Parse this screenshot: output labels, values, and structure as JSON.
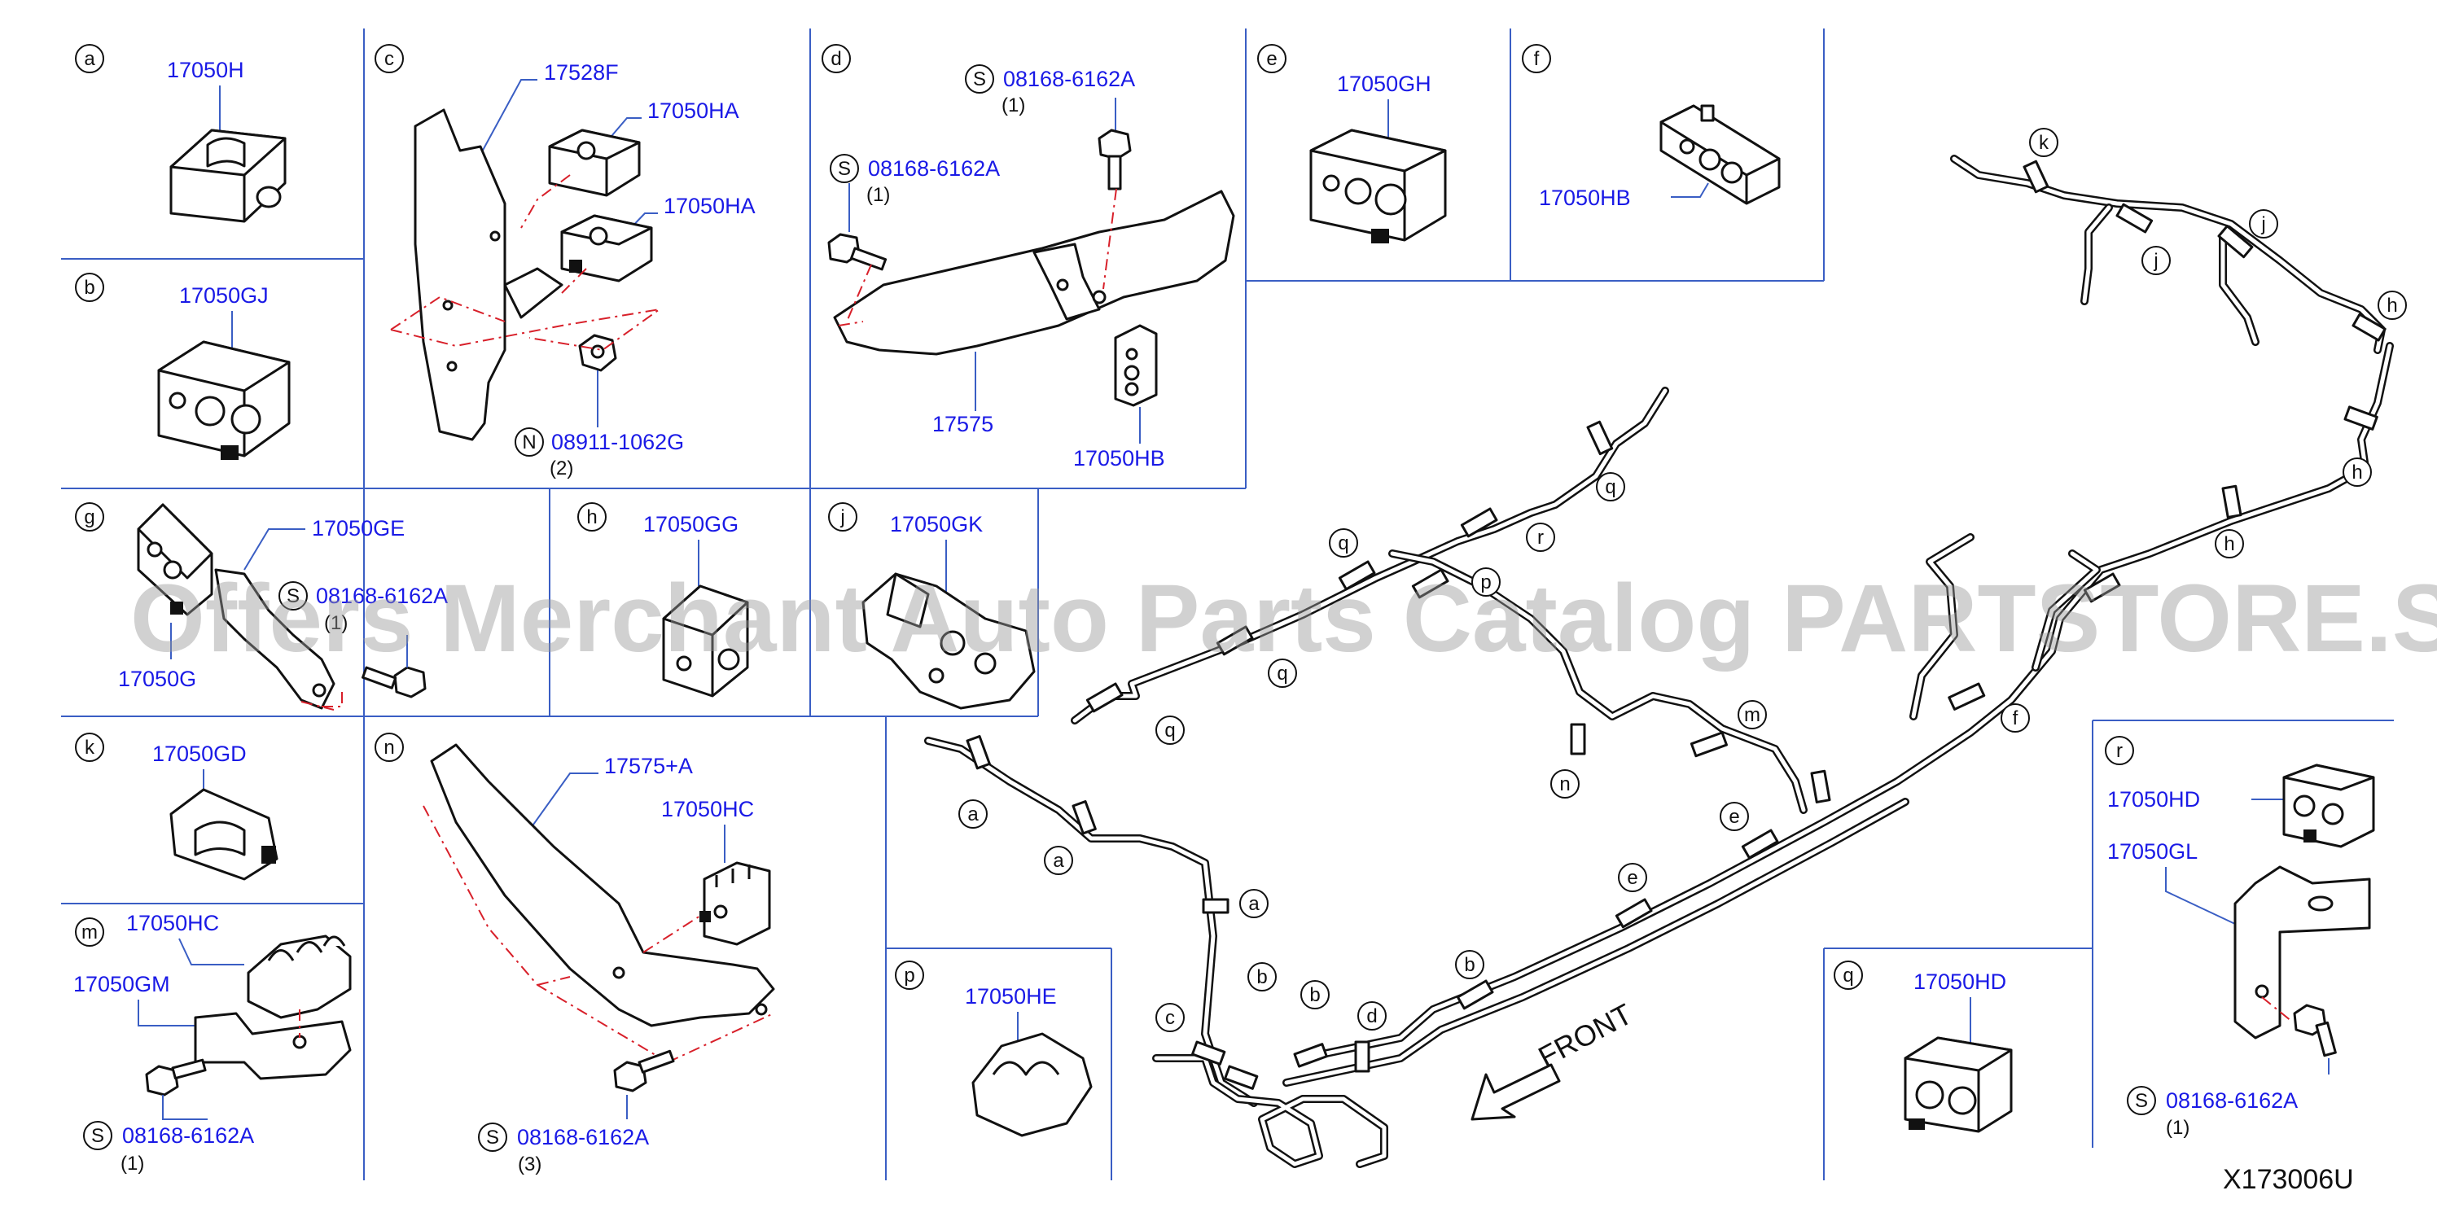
{
  "panels": {
    "a": {
      "letter": "a",
      "parts": [
        "17050H"
      ]
    },
    "b": {
      "letter": "b",
      "parts": [
        "17050GJ"
      ]
    },
    "c": {
      "letter": "c",
      "parts": [
        "17528F",
        "17050HA",
        "17050HA"
      ],
      "fastener": {
        "prefix": "N",
        "part": "08911-1062G",
        "qty": "(2)"
      }
    },
    "d": {
      "letter": "d",
      "parts": [
        "17575",
        "17050HB"
      ],
      "fasteners": [
        {
          "prefix": "S",
          "part": "08168-6162A",
          "qty": "(1)"
        },
        {
          "prefix": "S",
          "part": "08168-6162A",
          "qty": "(1)"
        }
      ]
    },
    "e": {
      "letter": "e",
      "parts": [
        "17050GH"
      ]
    },
    "f": {
      "letter": "f",
      "parts": [
        "17050HB"
      ]
    },
    "g": {
      "letter": "g",
      "parts": [
        "17050GE",
        "17050G"
      ],
      "fastener": {
        "prefix": "S",
        "part": "08168-6162A",
        "qty": "(1)"
      }
    },
    "h": {
      "letter": "h",
      "parts": [
        "17050GG"
      ]
    },
    "j": {
      "letter": "j",
      "parts": [
        "17050GK"
      ]
    },
    "k": {
      "letter": "k",
      "parts": [
        "17050GD"
      ]
    },
    "m": {
      "letter": "m",
      "parts": [
        "17050HC",
        "17050GM"
      ],
      "fastener": {
        "prefix": "S",
        "part": "08168-6162A",
        "qty": "(1)"
      }
    },
    "n": {
      "letter": "n",
      "parts": [
        "17575+A",
        "17050HC"
      ],
      "fastener": {
        "prefix": "S",
        "part": "08168-6162A",
        "qty": "(3)"
      }
    },
    "p": {
      "letter": "p",
      "parts": [
        "17050HE"
      ]
    },
    "q": {
      "letter": "q",
      "parts": [
        "17050HD"
      ]
    },
    "r": {
      "letter": "r",
      "parts": [
        "17050HD",
        "17050GL"
      ],
      "fastener": {
        "prefix": "S",
        "part": "08168-6162A",
        "qty": "(1)"
      }
    }
  },
  "assembly": {
    "front_label": "FRONT",
    "callouts": [
      "a",
      "a",
      "a",
      "b",
      "b",
      "b",
      "c",
      "d",
      "e",
      "e",
      "f",
      "h",
      "h",
      "h",
      "j",
      "j",
      "k",
      "m",
      "n",
      "p",
      "q",
      "q",
      "q",
      "q",
      "r"
    ]
  },
  "diagram_code": "X173006U",
  "watermark": "Offers Merchant Auto Parts Catalog PARTSTORE.SA",
  "colors": {
    "grid": "#3a5ec4",
    "part_number": "#1a1ae6",
    "dashed_guide": "#d8202a",
    "line": "#111111"
  }
}
